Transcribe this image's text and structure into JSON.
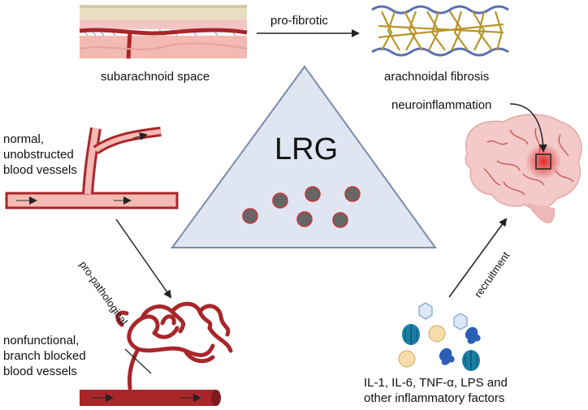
{
  "center": {
    "title": "LRG"
  },
  "top": {
    "left_label": "subarachnoid space",
    "arrow_label": "pro-fibrotic",
    "right_label": "arachnoidal fibrosis"
  },
  "left": {
    "normal_lines": [
      "normal,",
      "unobstructed",
      "blood vessels"
    ],
    "arrow_label": "pro-pathological",
    "blocked_lines": [
      "nonfunctional,",
      "branch blocked",
      "blood vessels"
    ]
  },
  "right": {
    "neuro_label": "neuroinflammation",
    "arrow_label": "recruitment",
    "factors_lines": [
      "IL-1, IL-6, TNF-α, LPS and",
      "other inflammatory factors"
    ]
  },
  "colors": {
    "triangle_fill": "#dfe6f2",
    "triangle_stroke": "#7b8bab",
    "vessel_red": "#a8262a",
    "vessel_light": "#e8a7a7",
    "fiber": "#b8952a",
    "membrane": "#5b6fb0",
    "brain": "#f3c9c9",
    "cell_teal": "#1a7fa3",
    "cell_blue": "#2a5fb5",
    "cell_beige": "#f5dca8",
    "hexagon": "#dde7f7"
  }
}
